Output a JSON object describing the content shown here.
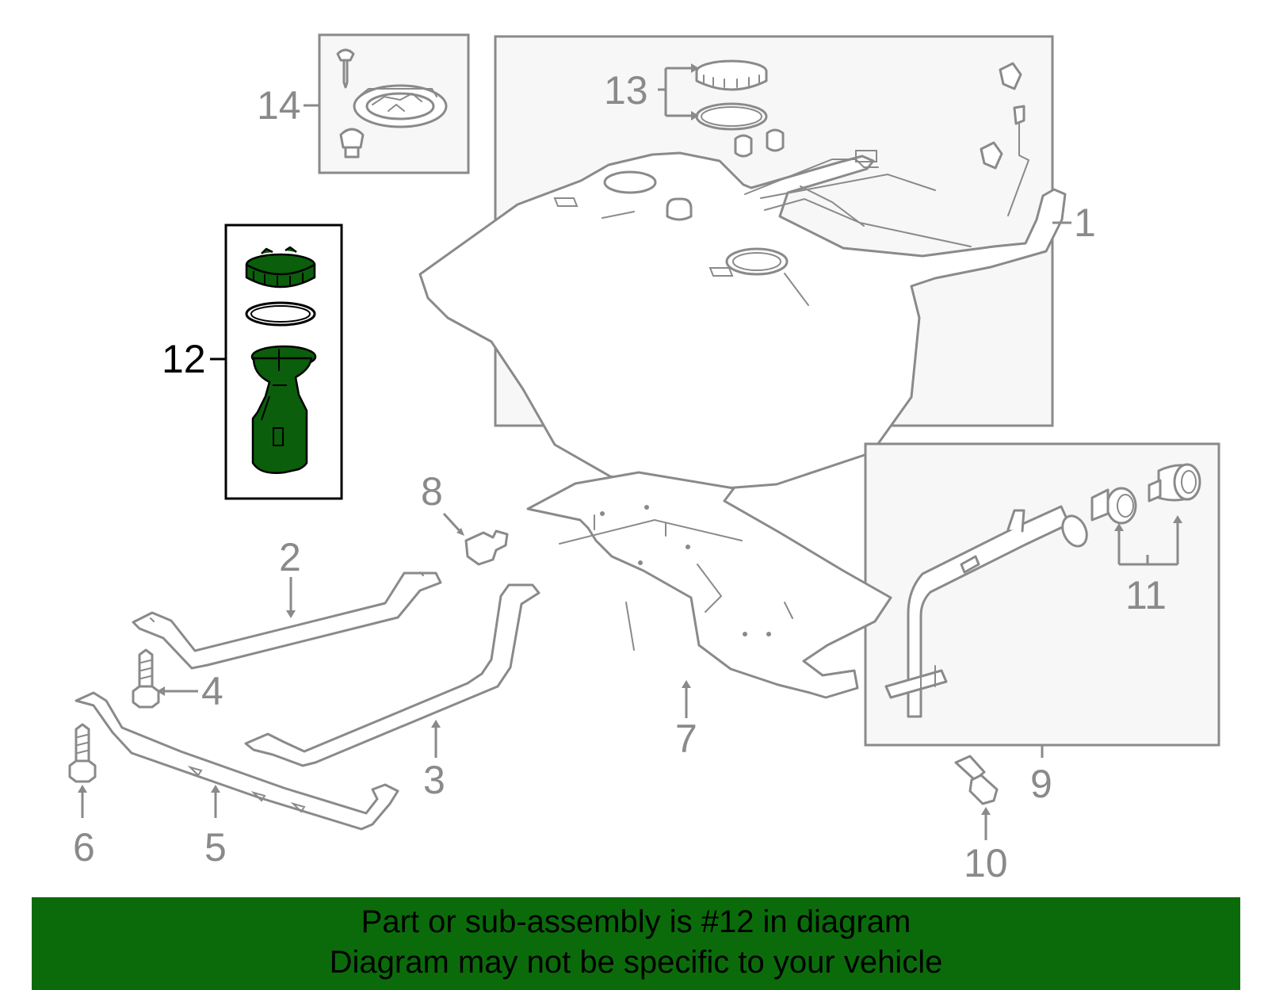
{
  "callouts": {
    "c1": "1",
    "c2": "2",
    "c3": "3",
    "c4": "4",
    "c5": "5",
    "c6": "6",
    "c7": "7",
    "c8": "8",
    "c9": "9",
    "c10": "10",
    "c11": "11",
    "c12": "12",
    "c13": "13",
    "c14": "14"
  },
  "highlighted_part": "12",
  "colors": {
    "highlight": "#0b5e0b",
    "banner": "#0b6b0b",
    "line": "#8a8a8a"
  },
  "banner": {
    "line1": "Part or sub-assembly is #12 in diagram",
    "line2": "Diagram may not be specific to your vehicle"
  }
}
